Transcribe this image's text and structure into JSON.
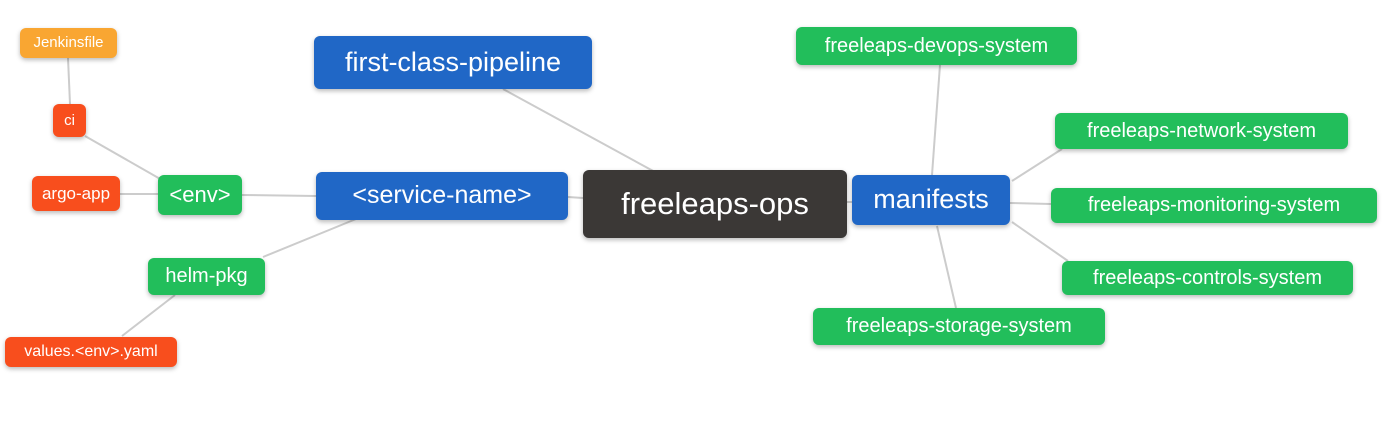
{
  "diagram": {
    "background_color": "#ffffff",
    "edge_color": "#cccccc",
    "palette": {
      "root_dark": "#3b3836",
      "branch_blue": "#2067c6",
      "leaf_green": "#22be5b",
      "leaf_red": "#f84e1d",
      "leaf_amber": "#f9a632"
    },
    "nodes": [
      {
        "id": "jenkinsfile",
        "label": "Jenkinsfile",
        "color": "#f9a632"
      },
      {
        "id": "ci",
        "label": "ci",
        "color": "#f84e1d"
      },
      {
        "id": "argo-app",
        "label": "argo-app",
        "color": "#f84e1d"
      },
      {
        "id": "env",
        "label": "<env>",
        "color": "#22be5b"
      },
      {
        "id": "first-class-pipeline",
        "label": "first-class-pipeline",
        "color": "#2067c6"
      },
      {
        "id": "service-name",
        "label": "<service-name>",
        "color": "#2067c6"
      },
      {
        "id": "helm-pkg",
        "label": "helm-pkg",
        "color": "#22be5b"
      },
      {
        "id": "values-env-yaml",
        "label": "values.<env>.yaml",
        "color": "#f84e1d"
      },
      {
        "id": "freeleaps-ops",
        "label": "freeleaps-ops",
        "color": "#3b3836"
      },
      {
        "id": "manifests",
        "label": "manifests",
        "color": "#2067c6"
      },
      {
        "id": "freeleaps-devops-system",
        "label": "freeleaps-devops-system",
        "color": "#22be5b"
      },
      {
        "id": "freeleaps-network-system",
        "label": "freeleaps-network-system",
        "color": "#22be5b"
      },
      {
        "id": "freeleaps-monitoring-system",
        "label": "freeleaps-monitoring-system",
        "color": "#22be5b"
      },
      {
        "id": "freeleaps-controls-system",
        "label": "freeleaps-controls-system",
        "color": "#22be5b"
      },
      {
        "id": "freeleaps-storage-system",
        "label": "freeleaps-storage-system",
        "color": "#22be5b"
      }
    ],
    "edges": [
      {
        "from": "jenkinsfile",
        "to": "ci"
      },
      {
        "from": "ci",
        "to": "env"
      },
      {
        "from": "argo-app",
        "to": "env"
      },
      {
        "from": "env",
        "to": "service-name"
      },
      {
        "from": "helm-pkg",
        "to": "service-name"
      },
      {
        "from": "values-env-yaml",
        "to": "helm-pkg"
      },
      {
        "from": "first-class-pipeline",
        "to": "freeleaps-ops"
      },
      {
        "from": "service-name",
        "to": "freeleaps-ops"
      },
      {
        "from": "freeleaps-ops",
        "to": "manifests"
      },
      {
        "from": "manifests",
        "to": "freeleaps-devops-system"
      },
      {
        "from": "manifests",
        "to": "freeleaps-network-system"
      },
      {
        "from": "manifests",
        "to": "freeleaps-monitoring-system"
      },
      {
        "from": "manifests",
        "to": "freeleaps-controls-system"
      },
      {
        "from": "manifests",
        "to": "freeleaps-storage-system"
      }
    ]
  }
}
